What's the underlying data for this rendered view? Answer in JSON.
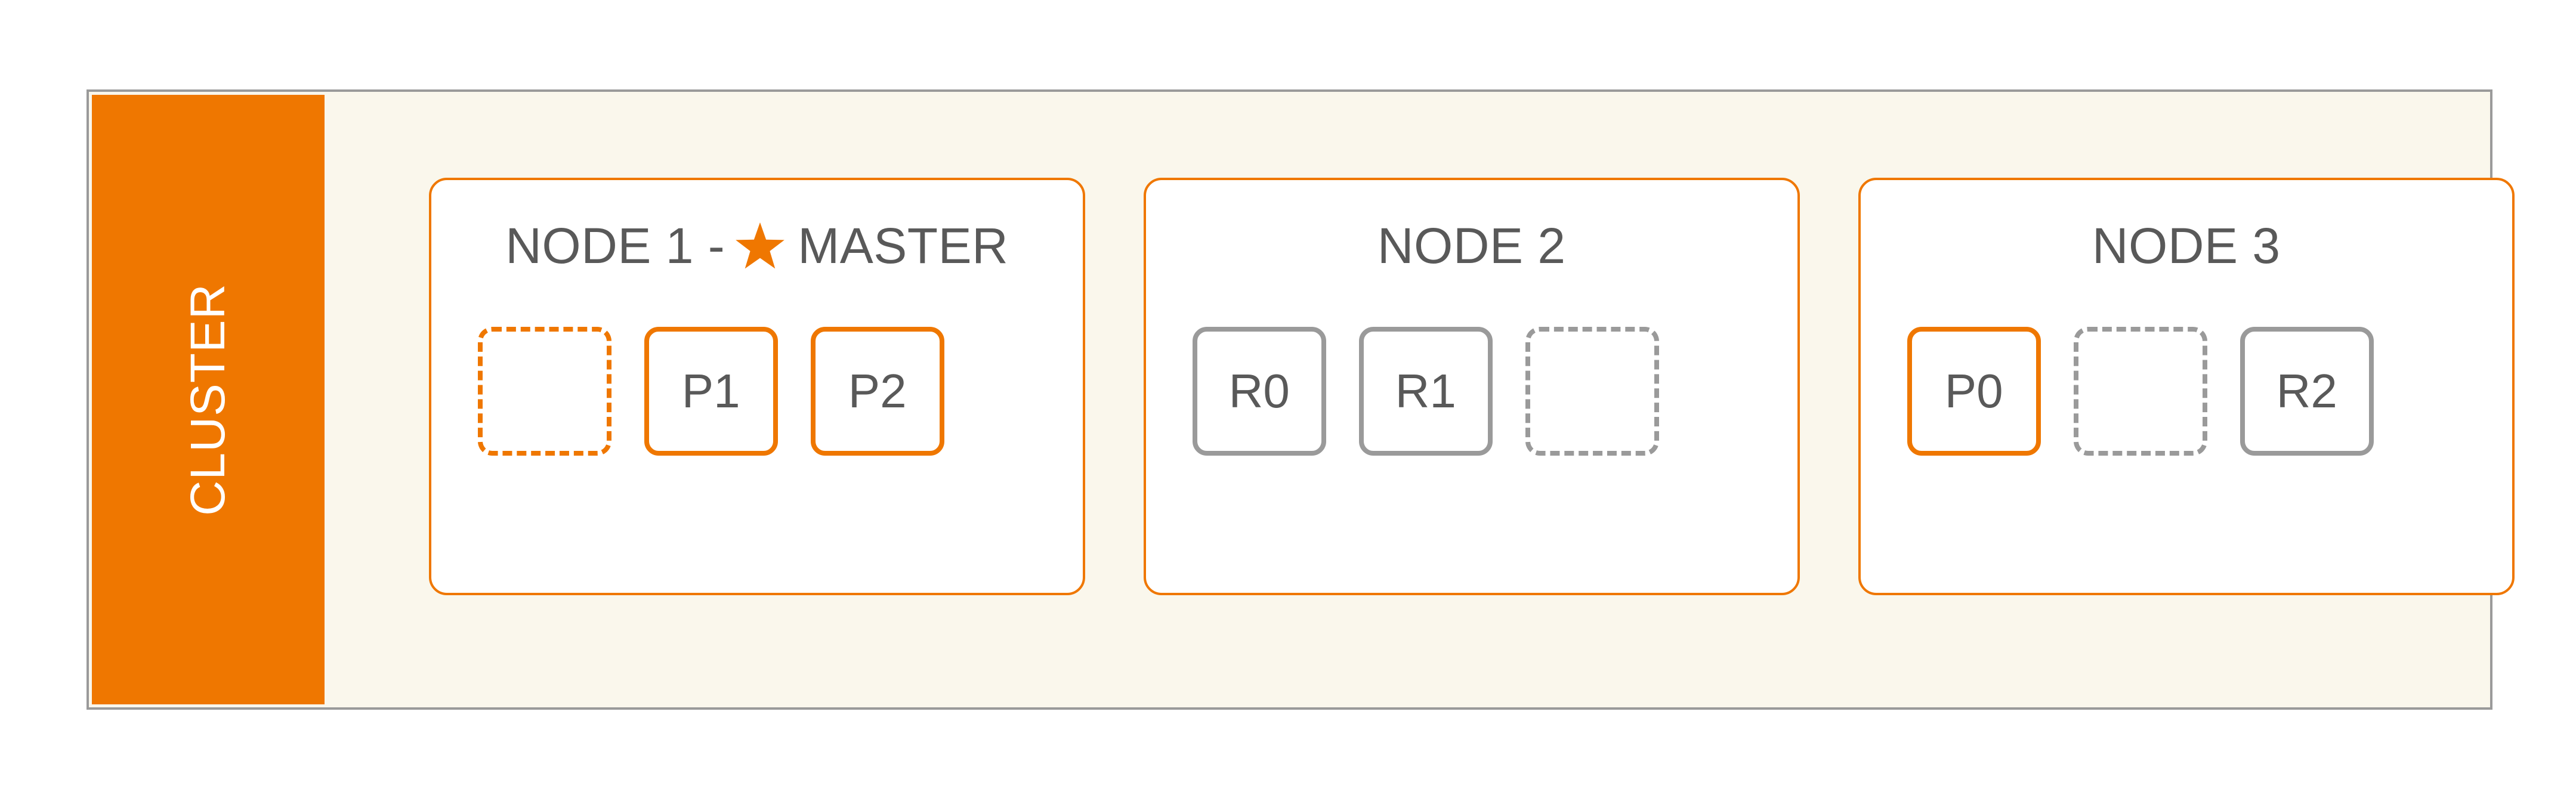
{
  "diagram": {
    "title": "Elasticsearch cluster shard allocation diagram",
    "frame_label": "CLUSTER",
    "colors": {
      "accent_orange": "#ef7700",
      "neutral_gray": "#9a9a9a",
      "text_gray": "#595959",
      "frame_background": "#faf7ec",
      "panel_background": "#ffffff",
      "rail_text": "#ffffff"
    },
    "nodes": [
      {
        "title_text": "NODE 1 - ",
        "master_suffix": "MASTER",
        "is_master": true,
        "master_icon": "star-icon",
        "slots": [
          {
            "label": "",
            "state": "empty-primary",
            "kind": "empty-slot"
          },
          {
            "label": "P1",
            "state": "primary",
            "kind": "primary-shard"
          },
          {
            "label": "P2",
            "state": "primary",
            "kind": "primary-shard"
          }
        ]
      },
      {
        "title_text": "NODE 2",
        "master_suffix": "",
        "is_master": false,
        "master_icon": "",
        "slots": [
          {
            "label": "R0",
            "state": "replica",
            "kind": "replica-shard"
          },
          {
            "label": "R1",
            "state": "replica",
            "kind": "replica-shard"
          },
          {
            "label": "",
            "state": "empty-replica",
            "kind": "empty-slot"
          }
        ]
      },
      {
        "title_text": "NODE 3",
        "master_suffix": "",
        "is_master": false,
        "master_icon": "",
        "slots": [
          {
            "label": "P0",
            "state": "primary",
            "kind": "primary-shard"
          },
          {
            "label": "",
            "state": "empty-replica",
            "kind": "empty-slot"
          },
          {
            "label": "R2",
            "state": "replica",
            "kind": "replica-shard"
          }
        ]
      }
    ]
  }
}
